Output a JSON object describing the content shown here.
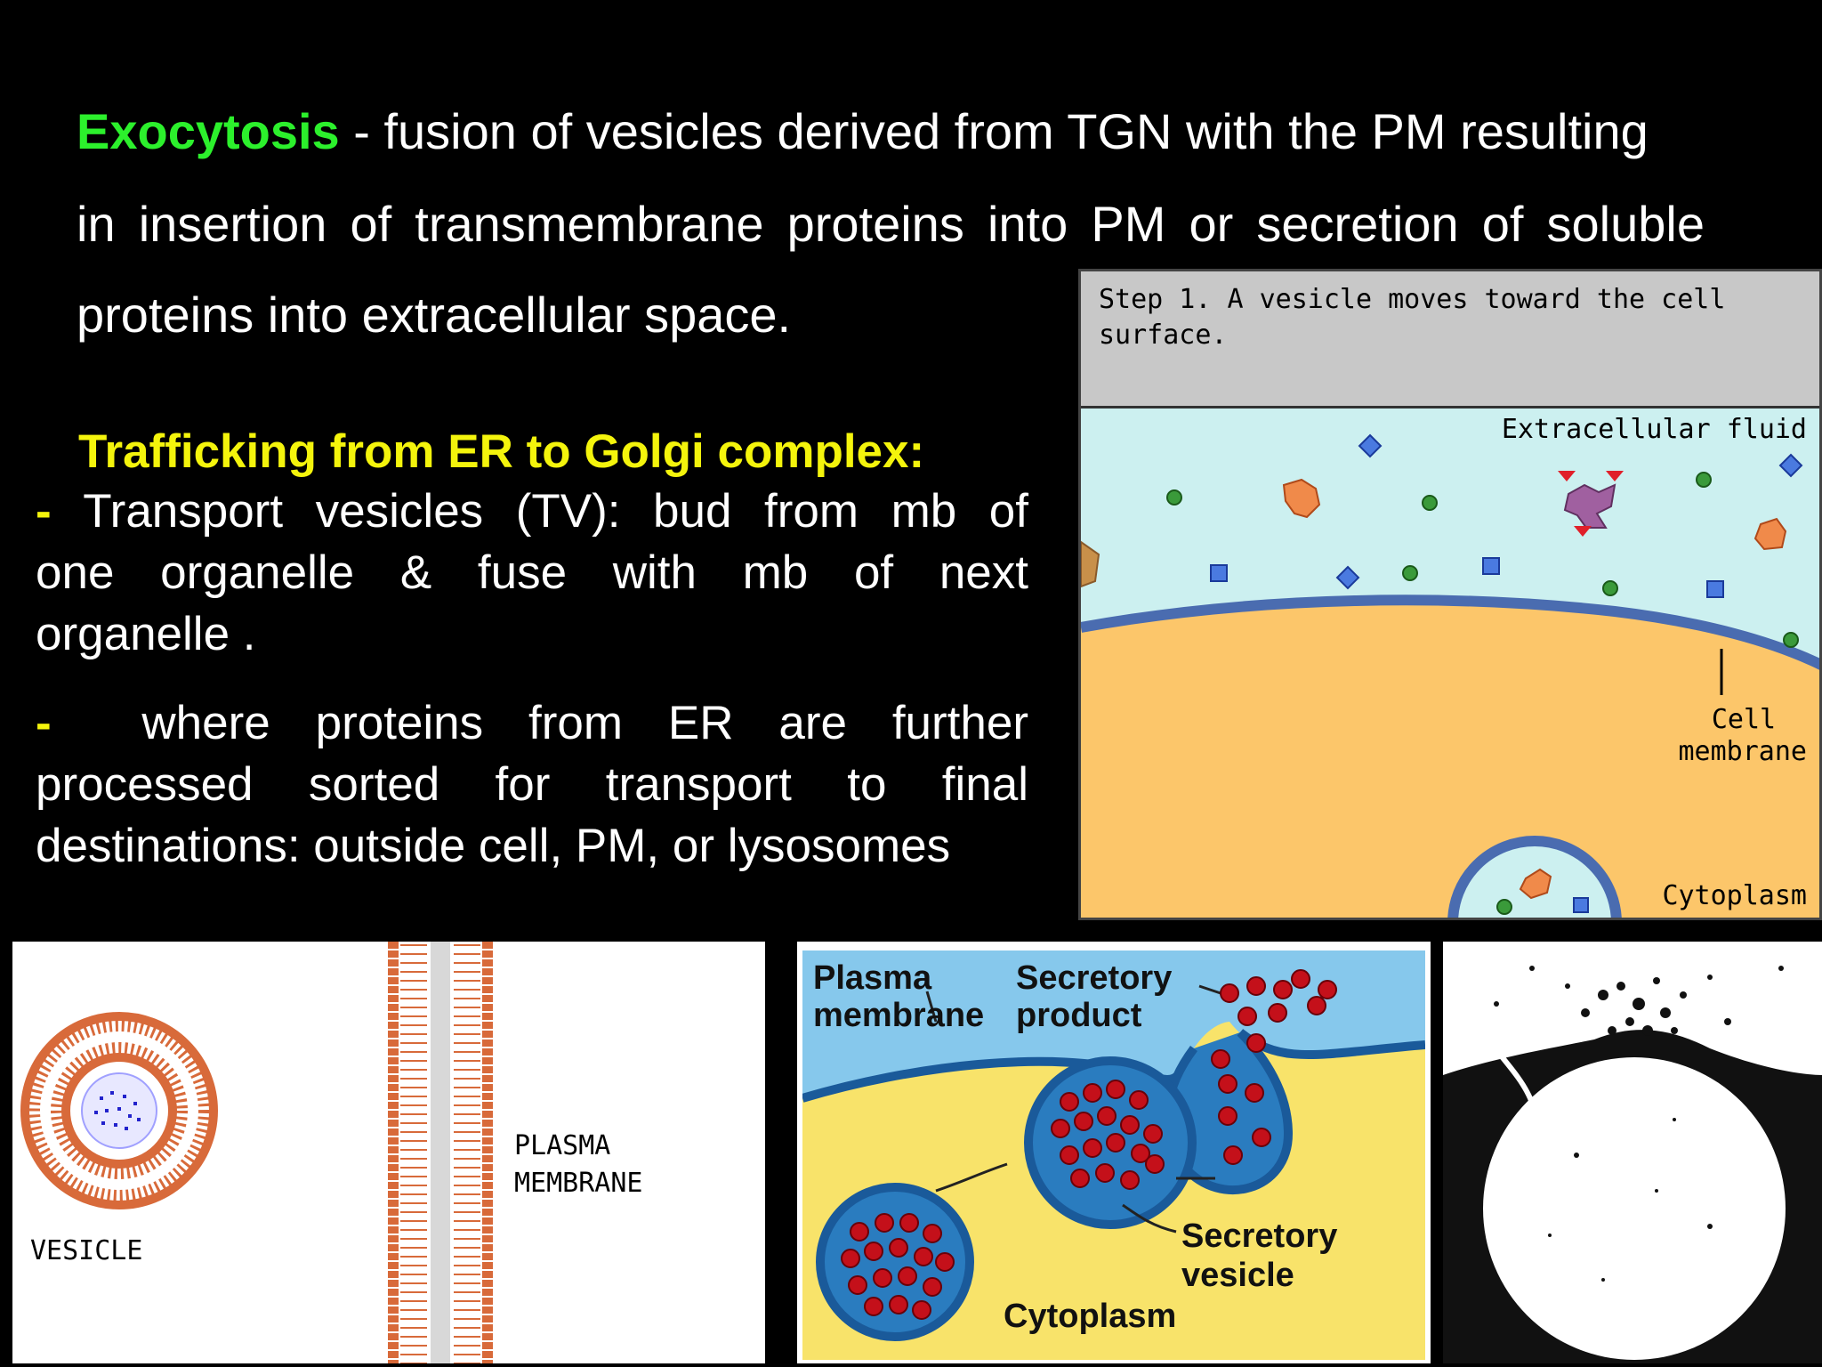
{
  "intro": {
    "term": "Exocytosis",
    "line1_rest": " - fusion of vesicles derived from TGN with the PM resulting",
    "line2": "in insertion of transmembrane proteins into PM or secretion of soluble",
    "line3": "proteins into extracellular space."
  },
  "section": {
    "heading": "Trafficking from ER to Golgi complex:",
    "bullets": [
      {
        "dash": "-",
        "lines": [
          "Transport vesicles (TV): bud from mb of",
          "one organelle & fuse with mb of next",
          "organelle ."
        ]
      },
      {
        "dash": "-",
        "lines": [
          "where proteins from ER are further",
          "processed sorted for transport to final",
          "destinations: outside cell, PM, or lysosomes"
        ]
      }
    ]
  },
  "animation_panel": {
    "caption_line1": "Step 1. A vesicle moves toward the cell",
    "caption_line2": "surface.",
    "extracellular_label": "Extracellular fluid",
    "membrane_label_line1": "Cell",
    "membrane_label_line2": "membrane",
    "cytoplasm_label": "Cytoplasm",
    "colors": {
      "fluid": "#ccf0f0",
      "cytoplasm": "#fcc66a",
      "membrane": "#4a6cb0",
      "caption_bg": "#c8c8c8"
    }
  },
  "membrane_figure": {
    "vesicle_label": "VESICLE",
    "plasma_label_line1": "PLASMA",
    "plasma_label_line2": "MEMBRANE",
    "colors": {
      "lipid": "#d86a3a",
      "cargo": "#2222cc"
    }
  },
  "secretion_figure": {
    "plasma_line1": "Plasma",
    "plasma_line2": "membrane",
    "product_line1": "Secretory",
    "product_line2": "product",
    "vesicle_line1": "Secretory",
    "vesicle_line2": "vesicle",
    "cytoplasm_label": "Cytoplasm",
    "colors": {
      "extracellular": "#86c8ec",
      "cytoplasm": "#f8e36a",
      "vesicle": "#2a7cbf",
      "granule": "#c4101a"
    }
  }
}
